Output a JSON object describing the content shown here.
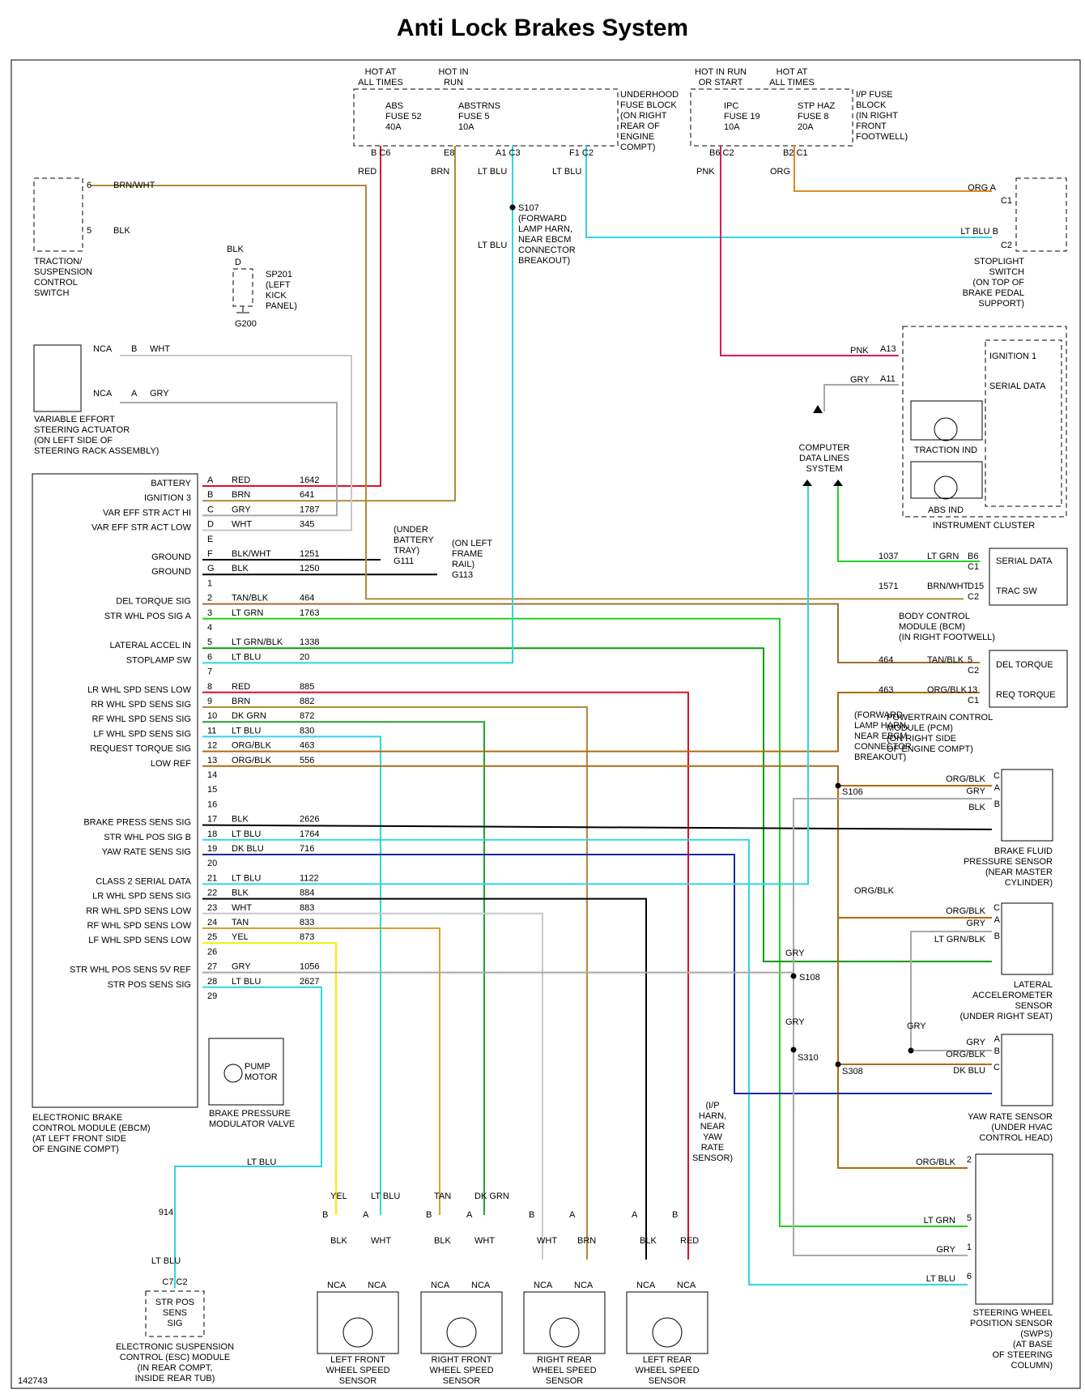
{
  "title": "Anti Lock Brakes System",
  "colors": {
    "RED": "#e0102a",
    "BRN": "#b08a3a",
    "GRY": "#a8a8a8",
    "WHT": "#c8c8c8",
    "BLK": "#000000",
    "LTBLU": "#2fd5e6",
    "LTGRN": "#22d022",
    "DKGRN": "#2aa02a",
    "ORG": "#e08a20",
    "ORGBLK": "#b06a10",
    "PNK": "#d81a58",
    "TAN": "#d9a030",
    "TANBLK": "#a07030",
    "YEL": "#f0f000",
    "DKBLU": "#1a2aa0",
    "LTGRNBLK": "#0a9a0a"
  },
  "fuse_blocks": {
    "hot_at_all_times_1": "HOT AT\nALL TIMES",
    "hot_in_run": "HOT IN\nRUN",
    "hot_in_run_or_start": "HOT IN RUN\nOR START",
    "hot_at_all_times_2": "HOT AT\nALL TIMES",
    "underhood": "UNDERHOOD\nFUSE BLOCK\n(ON RIGHT\nREAR OF\nENGINE\nCOMPT)",
    "ip_block": "I/P FUSE\nBLOCK\n(IN RIGHT\nFRONT\nFOOTWELL)",
    "fuses": [
      {
        "name": "ABS\nFUSE 52\n40A",
        "pins": "B  C6",
        "wire": "RED"
      },
      {
        "name": "ABSTRNS\nFUSE 5\n10A",
        "pins": "E8",
        "wire": "BRN"
      },
      {
        "name": "IPC\nFUSE 19\n10A",
        "pins": "B6  C2",
        "wire": "PNK"
      },
      {
        "name": "STP HAZ\nFUSE 8\n20A",
        "pins": "B2  C1",
        "wire": "ORG"
      }
    ],
    "jumper_pins": [
      "A1  C3",
      "F1  C2"
    ],
    "jumper_wires": [
      "LT BLU",
      "LT BLU"
    ]
  },
  "components": {
    "traction_switch": "TRACTION/\nSUSPENSION\nCONTROL\nSWITCH",
    "ts_pins": [
      "6",
      "5"
    ],
    "ts_wires": [
      "BRN/WHT",
      "BLK"
    ],
    "sp201": "SP201\n(LEFT\nKICK\nPANEL)",
    "sp201_wire": "BLK",
    "sp201_pin": "D",
    "g200": "G200",
    "s107": "S107\n(FORWARD\nLAMP HARN,\nNEAR EBCM\nCONNECTOR\nBREAKOUT)",
    "s107_wire": "LT BLU",
    "stoplight": "STOPLIGHT\nSWITCH\n(ON TOP OF\nBRAKE PEDAL\nSUPPORT)",
    "stoplight_pins": [
      "ORG  A",
      "C1",
      "LT BLU  B",
      "C2"
    ],
    "vesa": "VARIABLE EFFORT\nSTEERING ACTUATOR\n(ON LEFT SIDE OF\nSTEERING RACK ASSEMBLY)",
    "vesa_pins": [
      "NCA",
      "B",
      "WHT",
      "NCA",
      "A",
      "GRY"
    ],
    "instrument_cluster": "INSTRUMENT CLUSTER",
    "ic_rows": [
      "IGNITION 1",
      "SERIAL DATA",
      "TRACTION IND",
      "ABS IND"
    ],
    "ic_pins": [
      "PNK",
      "A13",
      "GRY",
      "A11"
    ],
    "cdl": "COMPUTER\nDATA LINES\nSYSTEM",
    "cdl_wires": [
      "GRY",
      "LT BLU",
      "LT GRN"
    ],
    "bcm": "BODY CONTROL\nMODULE (BCM)\n(IN RIGHT FOOTWELL)",
    "bcm_rows": [
      {
        "circuit": "1037",
        "wire": "LT GRN",
        "pin": "B6\nC1",
        "label": "SERIAL DATA"
      },
      {
        "circuit": "1571",
        "wire": "BRN/WHT",
        "pin": "D15\nC2",
        "label": "TRAC SW"
      }
    ],
    "pcm": "POWERTRAIN CONTROL\nMODULE (PCM)\n(ON RIGHT SIDE\nOF ENGINE COMPT)",
    "pcm_rows": [
      {
        "circuit": "464",
        "wire": "TAN/BLK",
        "pin": "5\nC2",
        "label": "DEL TORQUE"
      },
      {
        "circuit": "463",
        "wire": "ORG/BLK",
        "pin": "13\nC1",
        "label": "REQ TORQUE"
      }
    ],
    "g111": "(UNDER\nBATTERY\nTRAY)\nG111",
    "g113": "(ON LEFT\nFRAME\nRAIL)\nG113",
    "fwd_lamp": "(FORWARD\nLAMP HARN,\nNEAR EBCM\nCONNECTOR\nBREAKOUT)",
    "s106": "S106",
    "s108": "S108",
    "s310": "S310",
    "s308": "S308",
    "ip_harn": "(I/P\nHARN,\nNEAR\nYAW\nRATE\nSENSOR)",
    "bfps": "BRAKE FLUID\nPRESSURE SENSOR\n(NEAR MASTER\nCYLINDER)",
    "bfps_pins": [
      [
        "ORG/BLK",
        "C"
      ],
      [
        "GRY",
        "A"
      ],
      [
        "BLK",
        "B"
      ]
    ],
    "lat": "LATERAL\nACCELEROMETER\nSENSOR\n(UNDER RIGHT SEAT)",
    "lat_pins": [
      [
        "ORG/BLK",
        "C"
      ],
      [
        "GRY",
        "A"
      ],
      [
        "LT GRN/BLK",
        "B"
      ]
    ],
    "yaw": "YAW RATE SENSOR\n(UNDER HVAC\nCONTROL HEAD)",
    "yaw_pins": [
      [
        "GRY",
        "A"
      ],
      [
        "ORG/BLK",
        "B"
      ],
      [
        "DK BLU",
        "C"
      ]
    ],
    "swps": "STEERING WHEEL\nPOSITION SENSOR\n(SWPS)\n(AT BASE\nOF STEERING\nCOLUMN)",
    "swps_pins": [
      [
        "ORG/BLK",
        "2"
      ],
      [
        "LT GRN",
        "5"
      ],
      [
        "GRY",
        "1"
      ],
      [
        "LT BLU",
        "6"
      ]
    ],
    "ebcm": "ELECTRONIC BRAKE\nCONTROL MODULE (EBCM)\n(AT LEFT FRONT SIDE\nOF ENGINE COMPT)",
    "pump": "PUMP\nMOTOR",
    "bpmv": "BRAKE PRESSURE\nMODULATOR VALVE",
    "esc": "ELECTRONIC SUSPENSION\nCONTROL (ESC) MODULE\n(IN REAR COMPT,\nINSIDE REAR TUB)",
    "esc_box": "STR POS\nSENS\nSIG",
    "esc_pins": "C7  C2",
    "esc_wires": [
      "LT BLU",
      "914",
      "LT BLU"
    ],
    "ebcm_gry_labels": [
      "ORG/BLK",
      "GRY",
      "GRY",
      "GRY"
    ],
    "wheel_sensors": [
      {
        "name": "LEFT FRONT\nWHEEL SPEED\nSENSOR",
        "top": [
          "YEL",
          "LT BLU"
        ],
        "bot": [
          "BLK",
          "WHT"
        ],
        "pins": [
          "B",
          "A"
        ]
      },
      {
        "name": "RIGHT FRONT\nWHEEL SPEED\nSENSOR",
        "top": [
          "TAN",
          "DK GRN"
        ],
        "bot": [
          "BLK",
          "WHT"
        ],
        "pins": [
          "B",
          "A"
        ]
      },
      {
        "name": "RIGHT REAR\nWHEEL SPEED\nSENSOR",
        "top": [
          "",
          ""
        ],
        "bot": [
          "WHT",
          "BRN"
        ],
        "pins": [
          "B",
          "A"
        ]
      },
      {
        "name": "LEFT REAR\nWHEEL SPEED\nSENSOR",
        "top": [
          "",
          ""
        ],
        "bot": [
          "BLK",
          "RED"
        ],
        "pins": [
          "A",
          "B"
        ]
      }
    ],
    "nca": "NCA"
  },
  "ebcm_pins": [
    {
      "label": "BATTERY",
      "pin": "A",
      "wire": "RED",
      "circuit": "1642"
    },
    {
      "label": "IGNITION 3",
      "pin": "B",
      "wire": "BRN",
      "circuit": "641"
    },
    {
      "label": "VAR EFF STR ACT HI",
      "pin": "C",
      "wire": "GRY",
      "circuit": "1787"
    },
    {
      "label": "VAR EFF STR ACT LOW",
      "pin": "D",
      "wire": "WHT",
      "circuit": "345"
    },
    {
      "label": "",
      "pin": "E",
      "wire": "",
      "circuit": ""
    },
    {
      "label": "GROUND",
      "pin": "F",
      "wire": "BLK/WHT",
      "circuit": "1251"
    },
    {
      "label": "GROUND",
      "pin": "G",
      "wire": "BLK",
      "circuit": "1250"
    },
    {
      "label": "",
      "pin": "1",
      "wire": "",
      "circuit": ""
    },
    {
      "label": "DEL TORQUE SIG",
      "pin": "2",
      "wire": "TAN/BLK",
      "circuit": "464"
    },
    {
      "label": "STR WHL POS SIG A",
      "pin": "3",
      "wire": "LT GRN",
      "circuit": "1763"
    },
    {
      "label": "",
      "pin": "4",
      "wire": "",
      "circuit": ""
    },
    {
      "label": "LATERAL ACCEL IN",
      "pin": "5",
      "wire": "LT GRN/BLK",
      "circuit": "1338"
    },
    {
      "label": "STOPLAMP SW",
      "pin": "6",
      "wire": "LT BLU",
      "circuit": "20"
    },
    {
      "label": "",
      "pin": "7",
      "wire": "",
      "circuit": ""
    },
    {
      "label": "LR WHL SPD SENS LOW",
      "pin": "8",
      "wire": "RED",
      "circuit": "885"
    },
    {
      "label": "RR WHL SPD SENS SIG",
      "pin": "9",
      "wire": "BRN",
      "circuit": "882"
    },
    {
      "label": "RF WHL SPD SENS SIG",
      "pin": "10",
      "wire": "DK GRN",
      "circuit": "872"
    },
    {
      "label": "LF WHL SPD SENS SIG",
      "pin": "11",
      "wire": "LT BLU",
      "circuit": "830"
    },
    {
      "label": "REQUEST TORQUE SIG",
      "pin": "12",
      "wire": "ORG/BLK",
      "circuit": "463"
    },
    {
      "label": "LOW REF",
      "pin": "13",
      "wire": "ORG/BLK",
      "circuit": "556"
    },
    {
      "label": "",
      "pin": "14",
      "wire": "",
      "circuit": ""
    },
    {
      "label": "",
      "pin": "15",
      "wire": "",
      "circuit": ""
    },
    {
      "label": "",
      "pin": "16",
      "wire": "",
      "circuit": ""
    },
    {
      "label": "BRAKE PRESS SENS SIG",
      "pin": "17",
      "wire": "BLK",
      "circuit": "2626"
    },
    {
      "label": "STR WHL POS SIG B",
      "pin": "18",
      "wire": "LT BLU",
      "circuit": "1764"
    },
    {
      "label": "YAW RATE SENS SIG",
      "pin": "19",
      "wire": "DK BLU",
      "circuit": "716"
    },
    {
      "label": "",
      "pin": "20",
      "wire": "",
      "circuit": ""
    },
    {
      "label": "CLASS 2 SERIAL DATA",
      "pin": "21",
      "wire": "LT BLU",
      "circuit": "1122"
    },
    {
      "label": "LR WHL SPD SENS SIG",
      "pin": "22",
      "wire": "BLK",
      "circuit": "884"
    },
    {
      "label": "RR WHL SPD SENS LOW",
      "pin": "23",
      "wire": "WHT",
      "circuit": "883"
    },
    {
      "label": "RF WHL SPD SENS LOW",
      "pin": "24",
      "wire": "TAN",
      "circuit": "833"
    },
    {
      "label": "LF WHL SPD SENS LOW",
      "pin": "25",
      "wire": "YEL",
      "circuit": "873"
    },
    {
      "label": "",
      "pin": "26",
      "wire": "",
      "circuit": ""
    },
    {
      "label": "STR WHL POS SENS 5V REF",
      "pin": "27",
      "wire": "GRY",
      "circuit": "1056"
    },
    {
      "label": "STR POS SENS SIG",
      "pin": "28",
      "wire": "LT BLU",
      "circuit": "2627"
    },
    {
      "label": "",
      "pin": "29",
      "wire": "",
      "circuit": ""
    }
  ],
  "figure_number": "142743"
}
